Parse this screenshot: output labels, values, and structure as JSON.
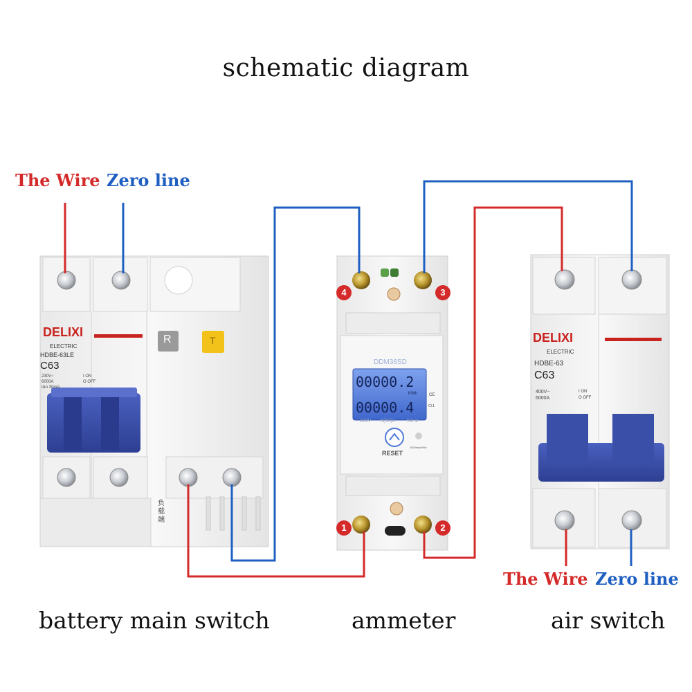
{
  "title": "schematic diagram",
  "colors": {
    "live_wire": "#d42a2a",
    "neutral_wire": "#1f5fc2",
    "device_body": "#f2f2f2",
    "handle": "#3a4fa8",
    "lcd": "#4f78d8",
    "brand_red": "#c9231f",
    "test_button": "#f2c21b"
  },
  "left_labels": {
    "live": "The Wire",
    "neutral": "Zero line"
  },
  "right_labels": {
    "live": "The Wire",
    "neutral": "Zero line"
  },
  "captions": {
    "left": "battery main switch",
    "center": "ammeter",
    "right": "air switch"
  },
  "main_switch": {
    "brand": "DELIXI",
    "brand_sub": "ELECTRIC",
    "model": "HDBE-63LE",
    "rating": "C63",
    "spec_lines": [
      "230V~",
      "6000A",
      "IΔn 30mA"
    ],
    "onoff": [
      "I ON",
      "O OFF"
    ],
    "reset_button": "R",
    "test_button": "T",
    "load_label": [
      "负",
      "载",
      "端"
    ]
  },
  "meter": {
    "model": "DDM36SD",
    "reading_top": "00000.2",
    "reading_bottom": "00000.4",
    "unit": "KWh",
    "specs": [
      "220V",
      "5(60)A",
      "50Hz"
    ],
    "reset_label": "RESET",
    "imp_label": "1600imp/kWh",
    "ce": "CE",
    "cl": "Cl.1",
    "terminals": {
      "t1": "1",
      "t2": "2",
      "t3": "3",
      "t4": "4"
    }
  },
  "air_switch": {
    "brand": "DELIXI",
    "brand_sub": "ELECTRIC",
    "model": "HDBE-63",
    "rating": "C63",
    "spec_lines": [
      "400V~",
      "6000A"
    ],
    "onoff": [
      "I ON",
      "O OFF"
    ]
  }
}
